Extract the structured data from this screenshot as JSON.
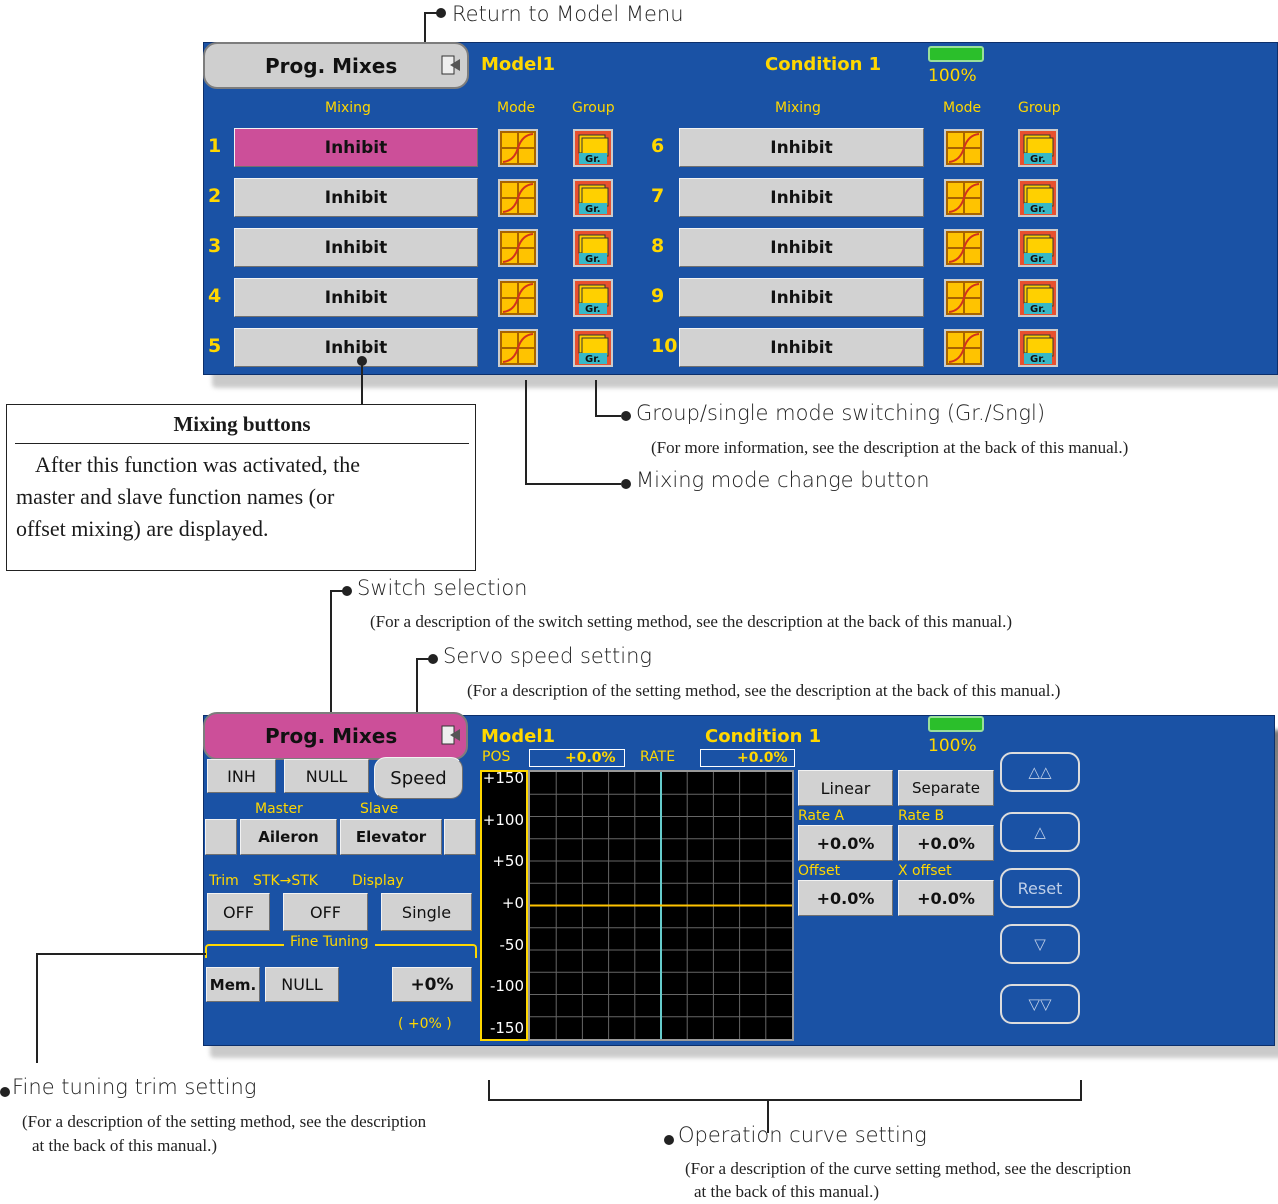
{
  "annotations": {
    "return": "Return to Model Menu",
    "group": "Group/single mode switching (Gr./Sngl)",
    "group_note": "(For more information, see the description at the back of this manual.)",
    "mode": "Mixing mode change button",
    "switch": "Switch selection",
    "switch_note": "(For a description of the switch setting method, see the description at the back of this manual.)",
    "speed": "Servo speed setting",
    "speed_note": "(For a description of the setting method, see the description at the back of this manual.)",
    "fine": "Fine tuning trim setting",
    "fine_note_1": "(For a description of the setting method, see the description",
    "fine_note_2": "at the back of this manual.)",
    "curve": "Operation curve setting",
    "curve_note_1": "(For a description of the curve setting method, see the description",
    "curve_note_2": "at the back of this manual.)"
  },
  "infobox": {
    "title": "Mixing buttons",
    "line1": "After this function was activated, the",
    "line2": "master and slave function names (or",
    "line3": "offset mixing) are displayed."
  },
  "screen1": {
    "title": "Prog. Mixes",
    "model": "Model1",
    "condition": "Condition 1",
    "battery": "100%",
    "col_mixing": "Mixing",
    "col_mode": "Mode",
    "col_group": "Group",
    "group_icon_label": "Gr.",
    "rows_left": [
      {
        "num": "1",
        "label": "Inhibit"
      },
      {
        "num": "2",
        "label": "Inhibit"
      },
      {
        "num": "3",
        "label": "Inhibit"
      },
      {
        "num": "4",
        "label": "Inhibit"
      },
      {
        "num": "5",
        "label": "Inhibit"
      }
    ],
    "rows_right": [
      {
        "num": "6",
        "label": "Inhibit"
      },
      {
        "num": "7",
        "label": "Inhibit"
      },
      {
        "num": "8",
        "label": "Inhibit"
      },
      {
        "num": "9",
        "label": "Inhibit"
      },
      {
        "num": "10",
        "label": "Inhibit"
      }
    ]
  },
  "screen2": {
    "title": "Prog. Mixes",
    "model": "Model1",
    "condition": "Condition 1",
    "battery": "100%",
    "inh": "INH",
    "null1": "NULL",
    "speed": "Speed",
    "master_label": "Master",
    "slave_label": "Slave",
    "master": "Aileron",
    "slave": "Elevator",
    "trim_label": "Trim",
    "stk_label": "STK→STK",
    "display_label": "Display",
    "trim": "OFF",
    "stk": "OFF",
    "display": "Single",
    "fine_label": "Fine Tuning",
    "mem": "Mem.",
    "null2": "NULL",
    "fine_value": "+0%",
    "fine_sub": "( +0% )",
    "pos_label": "POS",
    "pos_value": "+0.0%",
    "rate_label": "RATE",
    "rate_value": "+0.0%",
    "y_ticks": [
      "+150",
      "+100",
      "+50",
      "+0",
      "-50",
      "-100",
      "-150"
    ],
    "linear": "Linear",
    "separate": "Separate",
    "rate_a_label": "Rate A",
    "rate_b_label": "Rate B",
    "rate_a": "+0.0%",
    "rate_b": "+0.0%",
    "offset_label": "Offset",
    "xoffset_label": "X offset",
    "offset": "+0.0%",
    "xoffset": "+0.0%",
    "side_buttons": [
      "△△",
      "△",
      "Reset",
      "▽",
      "▽▽"
    ]
  },
  "colors": {
    "screen_bg": "#1a52a5",
    "label_yellow": "#ffd700",
    "selected_pink": "#cc4f99",
    "curve": "#ffc300",
    "cursor": "#66cccc"
  }
}
